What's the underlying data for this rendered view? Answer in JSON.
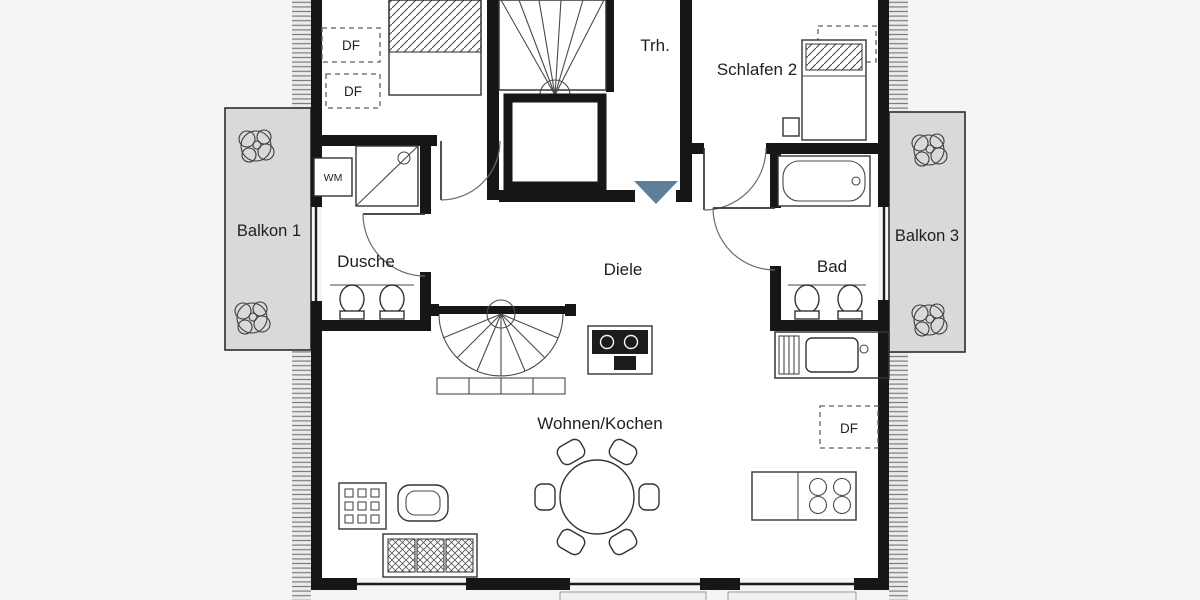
{
  "labels": {
    "trh": "Trh.",
    "schlafen2": "Schlafen 2",
    "balkon1": "Balkon 1",
    "balkon3": "Balkon 3",
    "dusche": "Dusche",
    "diele": "Diele",
    "bad": "Bad",
    "wohnen_kochen": "Wohnen/Kochen",
    "df": "DF",
    "wm": "WM"
  },
  "colors": {
    "background": "#f5f5f3",
    "wall": "#161616",
    "balcony_fill": "#d9d9d8",
    "entrance_marker": "#5d7f9c",
    "hatch_line": "#787878",
    "floor": "#ffffff"
  }
}
